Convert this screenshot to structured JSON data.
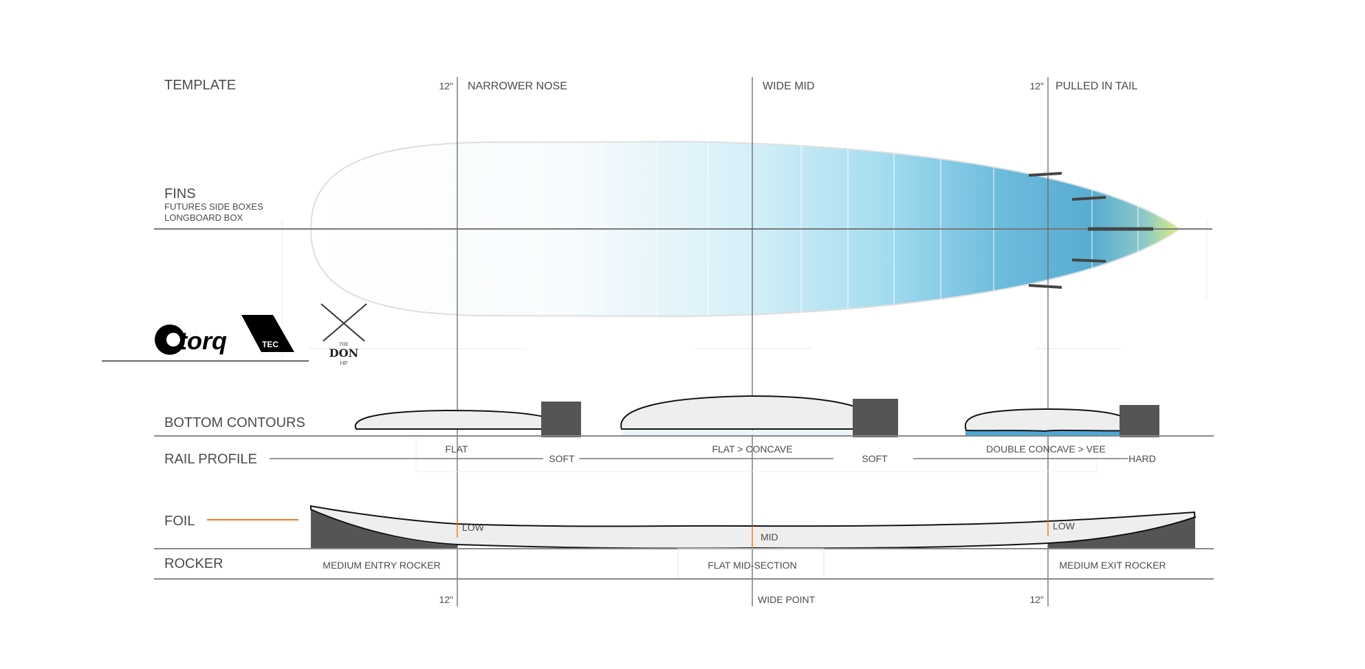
{
  "sections": {
    "template": "TEMPLATE",
    "fins": "FINS",
    "fins_sub1": "FUTURES SIDE BOXES",
    "fins_sub2": "LONGBOARD BOX",
    "bottom_contours": "BOTTOM  CONTOURS",
    "rail_profile": "RAIL PROFILE",
    "foil": "FOIL",
    "rocker": "ROCKER"
  },
  "top_labels": {
    "nose_measure": "12\"",
    "nose": "NARROWER NOSE",
    "mid": "WIDE MID",
    "tail_measure": "12\"",
    "tail": "PULLED IN TAIL"
  },
  "contours": {
    "nose": "FLAT",
    "mid": "FLAT > CONCAVE",
    "tail": "DOUBLE CONCAVE > VEE"
  },
  "rails": {
    "nose": "SOFT",
    "mid": "SOFT",
    "tail": "HARD"
  },
  "foil": {
    "nose": "LOW",
    "mid": "MID",
    "tail": "LOW"
  },
  "rocker": {
    "entry": "MEDIUM ENTRY ROCKER",
    "mid": "FLAT MID-SECTION",
    "exit": "MEDIUM EXIT ROCKER"
  },
  "bottom_labels": {
    "nose_measure": "12\"",
    "wide_point": "WIDE POINT",
    "tail_measure": "12\""
  },
  "logos": {
    "torq": "torq",
    "tec": "TEC",
    "don_the": "THE",
    "don": "DON",
    "don_hp": "HP"
  },
  "colors": {
    "accent": "#f07a1a",
    "dark": "#555555",
    "contour_blue": "#4aa8d8"
  }
}
